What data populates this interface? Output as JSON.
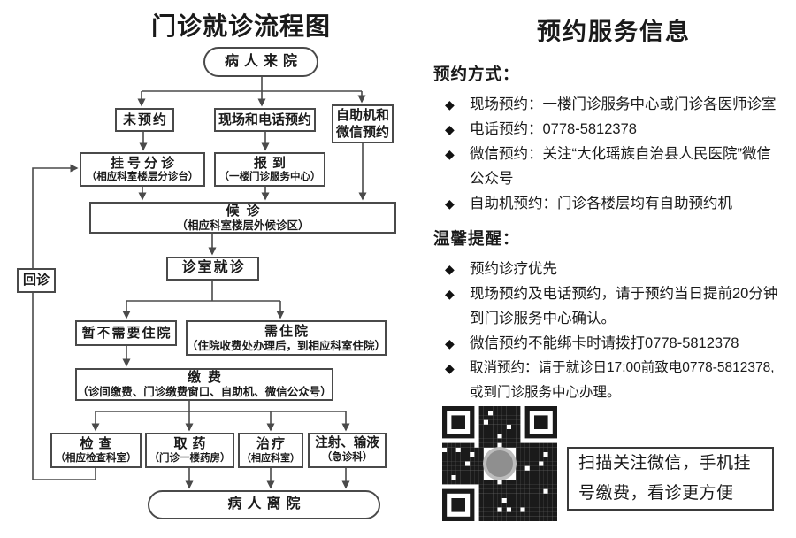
{
  "flowchart": {
    "title": "门诊就诊流程图",
    "nodes": {
      "arrive": {
        "label": "病人来院"
      },
      "not_booked": {
        "label": "未预约"
      },
      "onsite_phone": {
        "label": "现场和电话预约"
      },
      "machine_wechat": {
        "label": "自助机和微信预约"
      },
      "register": {
        "label": "挂号分诊",
        "sub": "（相应科室楼层分诊台）"
      },
      "checkin": {
        "label": "报到",
        "sub": "（一楼门诊服务中心）"
      },
      "waiting": {
        "label": "候诊",
        "sub": "（相应科室楼层外候诊区）"
      },
      "consult": {
        "label": "诊室就诊"
      },
      "return_visit": {
        "label": "回诊"
      },
      "no_hospital": {
        "label": "暂不需要住院"
      },
      "need_hospital": {
        "label": "需住院",
        "sub": "（住院收费处办理后，到相应科室住院）"
      },
      "payment": {
        "label": "缴费",
        "sub": "（诊间缴费、门诊缴费窗口、自助机、微信公众号）"
      },
      "exam": {
        "label": "检查",
        "sub": "（相应检查科室）"
      },
      "pharmacy": {
        "label": "取药",
        "sub": "（门诊一楼药房）"
      },
      "treatment": {
        "label": "治疗",
        "sub": "（相应科室）"
      },
      "injection": {
        "label": "注射、输液",
        "sub": "（急诊科）"
      },
      "depart": {
        "label": "病人离院"
      }
    }
  },
  "info": {
    "title": "预约服务信息",
    "bullet": "◆",
    "booking": {
      "heading": "预约方式：",
      "items": [
        "现场预约：一楼门诊服务中心或门诊各医师诊室",
        "电话预约：0778-5812378",
        "微信预约：关注“大化瑶族自治县人民医院”微信公众号",
        "自助机预约：门诊各楼层均有自助预约机"
      ]
    },
    "reminder": {
      "heading": "温馨提醒：",
      "items": [
        "预约诊疗优先",
        "现场预约及电话预约，请于预约当日提前20分钟到门诊服务中心确认。",
        "微信预约不能绑卡时请拨打0778-5812378",
        "取消预约：请于就诊日17:00前致电0778-5812378,或到门诊服务中心办理。"
      ]
    },
    "qr_caption": "扫描关注微信，手机挂号缴费，看诊更方便",
    "phone": "0778-5812378",
    "hospital": "大化瑶族自治县人民医院",
    "line_color": "#4a4a4a"
  }
}
